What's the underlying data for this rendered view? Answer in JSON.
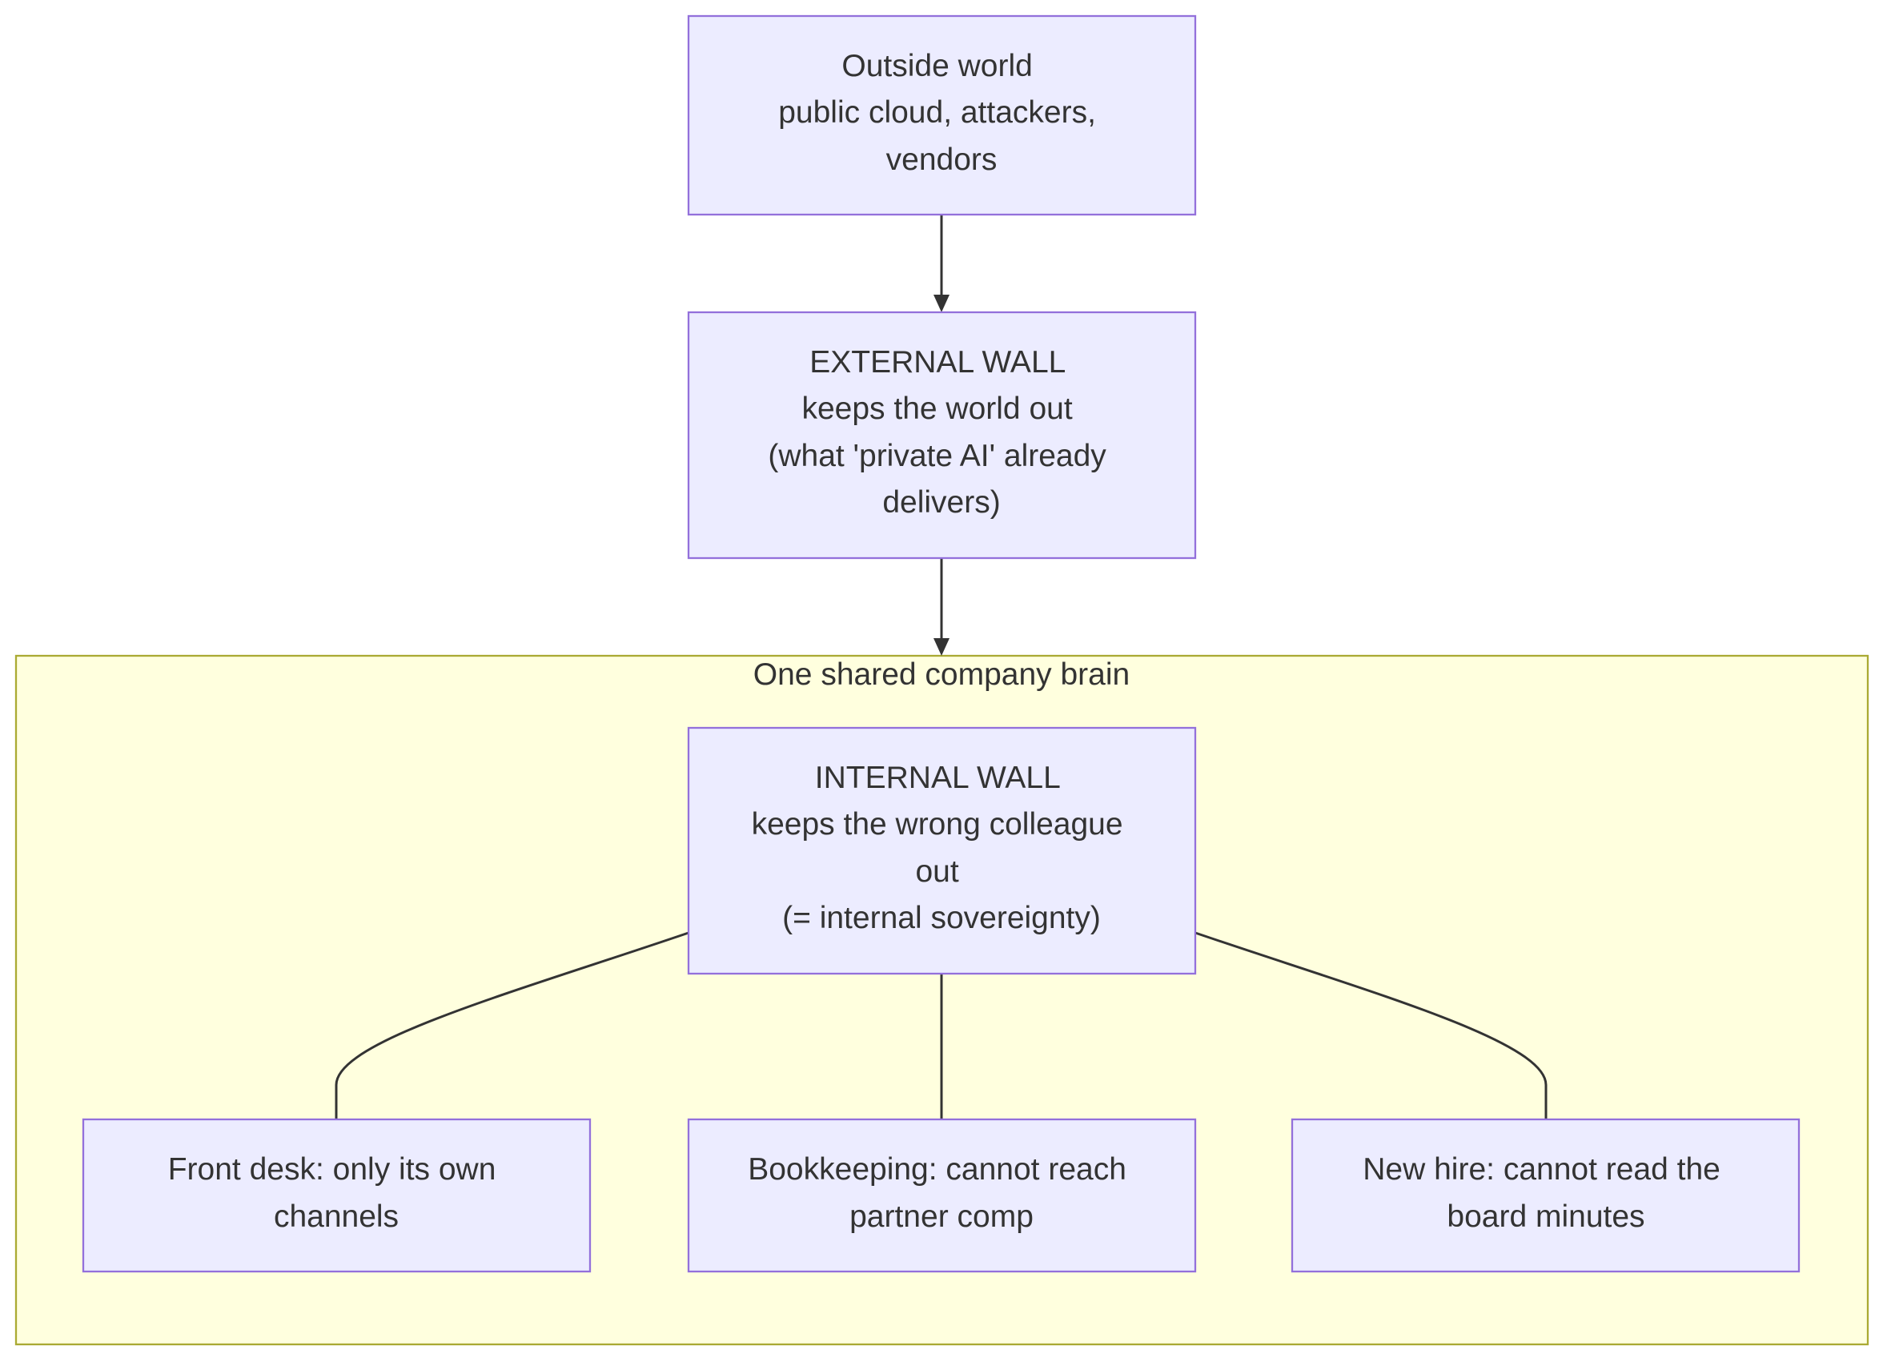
{
  "diagram": {
    "cluster": {
      "title": "One shared company brain"
    },
    "nodes": {
      "outside": {
        "lines": [
          "Outside world",
          "public cloud, attackers,",
          "vendors"
        ]
      },
      "external_wall": {
        "lines": [
          "EXTERNAL WALL",
          "keeps the world out",
          "(what 'private AI' already",
          "delivers)"
        ]
      },
      "internal_wall": {
        "lines": [
          "INTERNAL WALL",
          "keeps the wrong colleague",
          "out",
          "(= internal sovereignty)"
        ]
      },
      "front_desk": {
        "lines": [
          "Front desk: only its own",
          "channels"
        ]
      },
      "bookkeeping": {
        "lines": [
          "Bookkeeping: cannot reach",
          "partner comp"
        ]
      },
      "new_hire": {
        "lines": [
          "New hire: cannot read the",
          "board minutes"
        ]
      }
    },
    "colors": {
      "node_fill": "#ECECFF",
      "node_stroke": "#9370DB",
      "cluster_fill": "#FFFFDE",
      "cluster_stroke": "#AAAA33",
      "edge": "#333333",
      "text": "#333333"
    }
  }
}
